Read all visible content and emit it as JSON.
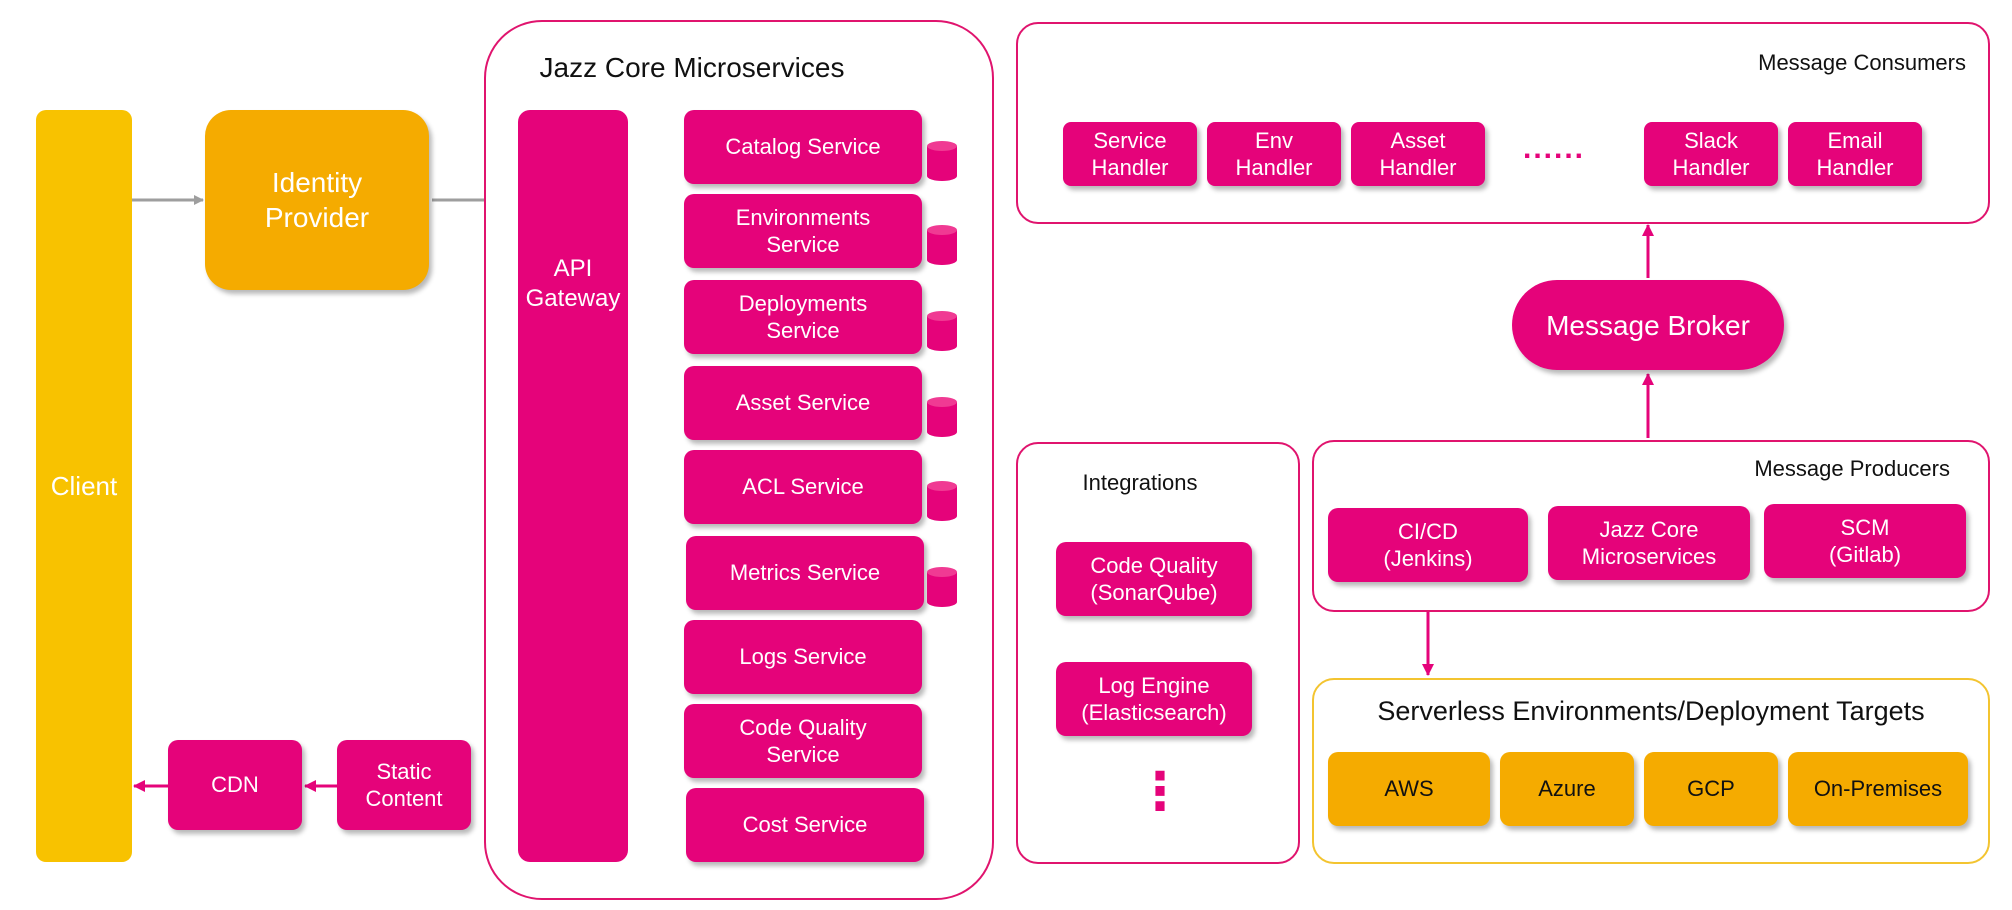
{
  "client": {
    "label": "Client"
  },
  "identity_provider": {
    "label": "Identity\nProvider"
  },
  "cdn": {
    "label": "CDN"
  },
  "static_content": {
    "label": "Static\nContent"
  },
  "core": {
    "title": "Jazz Core Microservices",
    "api_gateway": "API\nGateway",
    "services": [
      {
        "label": "Catalog Service"
      },
      {
        "label": "Environments\nService"
      },
      {
        "label": "Deployments\nService"
      },
      {
        "label": "Asset Service"
      },
      {
        "label": "ACL Service"
      },
      {
        "label": "Metrics Service"
      },
      {
        "label": "Logs Service"
      },
      {
        "label": "Code Quality\nService"
      },
      {
        "label": "Cost Service"
      }
    ]
  },
  "consumers": {
    "title": "Message Consumers",
    "handlers": [
      {
        "label": "Service\nHandler"
      },
      {
        "label": "Env\nHandler"
      },
      {
        "label": "Asset\nHandler"
      },
      {
        "label": "Slack\nHandler"
      },
      {
        "label": "Email\nHandler"
      }
    ],
    "ellipsis": "......"
  },
  "broker": {
    "label": "Message Broker"
  },
  "producers": {
    "title": "Message Producers",
    "items": [
      {
        "label": "CI/CD\n(Jenkins)"
      },
      {
        "label": "Jazz Core\nMicroservices"
      },
      {
        "label": "SCM\n(Gitlab)"
      }
    ]
  },
  "integrations": {
    "title": "Integrations",
    "items": [
      {
        "label": "Code Quality\n(SonarQube)"
      },
      {
        "label": "Log Engine\n(Elasticsearch)"
      }
    ],
    "ellipsis": "⋮"
  },
  "targets": {
    "title": "Serverless Environments/Deployment Targets",
    "items": [
      {
        "label": "AWS"
      },
      {
        "label": "Azure"
      },
      {
        "label": "GCP"
      },
      {
        "label": "On-Premises"
      }
    ]
  },
  "colors": {
    "accent_pink": "#E5037A",
    "accent_orange": "#F5AB00",
    "client_yellow": "#F8C200",
    "connector_gray": "#9E9E9E"
  }
}
